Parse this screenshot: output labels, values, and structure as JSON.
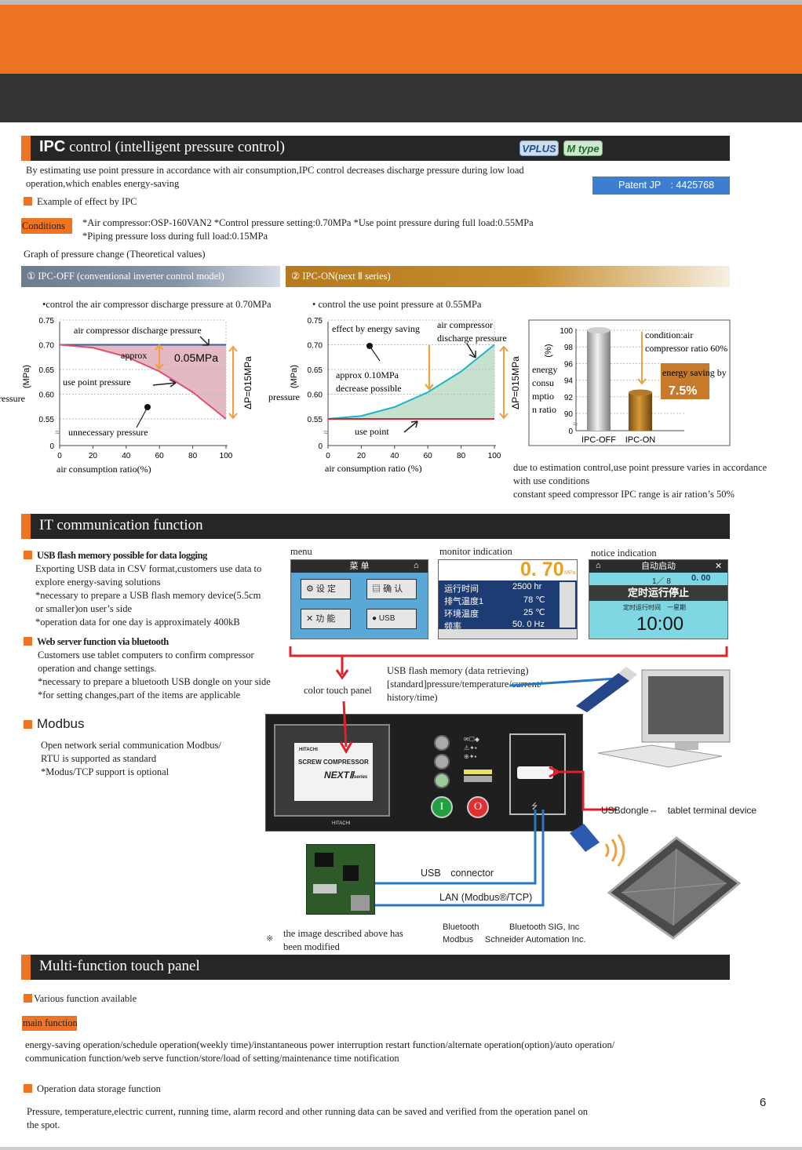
{
  "header": {
    "ipc_prefix": "IPC",
    "ipc_title": " control (intelligent pressure control)",
    "badge_vplus": "VPLUS",
    "badge_mtype": "M type"
  },
  "intro": {
    "description_1": "By estimating use point pressure in accordance with air consumption,IPC control decreases discharge pressure during low load",
    "description_2": "operation,which enables energy-saving",
    "patent": "Patent JP　: 4425768",
    "example_label": "Example of effect by IPC",
    "conditions_label": "Conditions",
    "conditions_1": "*Air compressor:OSP-160VAN2 *Control pressure setting:0.70MPa *Use point pressure during full load:0.55MPa",
    "conditions_2": "*Piping pressure loss during full load:0.15MPa",
    "graph_title": "Graph of pressure change (Theoretical values)",
    "tab_off": "① IPC-OFF (conventional inverter control model)",
    "tab_on": "② IPC-ON(next Ⅱ series)",
    "off_desc": "•control the air compressor discharge pressure at 0.70MPa",
    "on_desc": "• control the use point pressure at 0.55MPa"
  },
  "chart_data": [
    {
      "type": "line",
      "title": "",
      "xlabel": "air consumption ratio(%)",
      "ylabel": "pressure (MPa)",
      "x": [
        0,
        20,
        40,
        60,
        80,
        100
      ],
      "ylim": [
        0.5,
        0.75
      ],
      "xticks": [
        "0",
        "20",
        "40",
        "60",
        "80",
        "100"
      ],
      "yticks": [
        "0.75",
        "0.70",
        "0.65",
        "0.60",
        "0.55",
        "0"
      ],
      "series": [
        {
          "name": "air compressor discharge pressure",
          "values": [
            0.7,
            0.7,
            0.7,
            0.7,
            0.7,
            0.7
          ]
        },
        {
          "name": "use point pressure",
          "values": [
            0.7,
            0.694,
            0.676,
            0.646,
            0.604,
            0.55
          ]
        }
      ],
      "annotations": [
        "air compressor discharge pressure",
        "approx",
        "0.05MPa",
        "use point pressure",
        "unnecessary pressure",
        "ΔP=015MPa"
      ]
    },
    {
      "type": "line",
      "title": "",
      "xlabel": "air consumption ratio (%)",
      "ylabel": "pressure (MPa)",
      "x": [
        0,
        20,
        40,
        60,
        80,
        100
      ],
      "ylim": [
        0.5,
        0.75
      ],
      "xticks": [
        "0",
        "20",
        "40",
        "60",
        "80",
        "100"
      ],
      "yticks": [
        "0.75",
        "0.70",
        "0.65",
        "0.60",
        "0.55",
        "0"
      ],
      "series": [
        {
          "name": "air compressor discharge pressure",
          "values": [
            0.55,
            0.556,
            0.574,
            0.604,
            0.646,
            0.7
          ]
        },
        {
          "name": "use point",
          "values": [
            0.55,
            0.55,
            0.55,
            0.55,
            0.55,
            0.55
          ]
        }
      ],
      "annotations": [
        "effect by energy saving",
        "air compressor discharge pressure",
        "approx 0.10MPa",
        "decrease possible",
        "use point",
        "ΔP=015MPa"
      ]
    },
    {
      "type": "bar",
      "title": "",
      "ylabel": "energy consumption ratio (%)",
      "categories": [
        "IPC-OFF",
        "IPC-ON"
      ],
      "values": [
        100,
        92.5
      ],
      "ylim": [
        88,
        100
      ],
      "yticks": [
        "100",
        "98",
        "96",
        "94",
        "92",
        "90",
        "0"
      ],
      "annotations": [
        "condition:air compressor ratio 60%",
        "energy saving by",
        "7.5%"
      ]
    }
  ],
  "chart_text": {
    "c1_discharge": "air compressor discharge pressure",
    "c1_approx": "approx",
    "c1_005": "0.05MPa",
    "c1_usepoint": "use point pressure",
    "c1_unnec": "unnecessary pressure",
    "c1_xlabel": "air consumption ratio(%)",
    "c2_effect": "effect by energy saving",
    "c2_discharge1": "air compressor",
    "c2_discharge2": "discharge pressure",
    "c2_approx1": "approx 0.10MPa",
    "c2_approx2": "decrease possible",
    "c2_usepoint": "use point",
    "c2_xlabel": "air consumption ratio (%)",
    "pressure": "pressure",
    "pressure_cut": "ressure",
    "mpa": "(MPa)",
    "dp": "ΔP=015MPa",
    "pct": "(%)",
    "energy_1": "energy",
    "energy_2": "consu",
    "energy_3": "mptio",
    "energy_4": "n ratio",
    "cond_1": "condition:air",
    "cond_2": "compressor ratio 60%",
    "saving_1": "energy saving by",
    "saving_2": "7.5%",
    "note_1": "due to estimation control,use point pressure varies in accordance",
    "note_2": "with use conditions",
    "note_3": "constant speed  compressor IPC range is air ration’s 50%"
  },
  "it_section": {
    "title": "IT communication function",
    "usb_heading": "USB flash memory possible for data logging",
    "usb_1": "Exporting USB data in CSV format,customers use data to",
    "usb_2": "explore energy-saving solutions",
    "usb_3": "*necessary to prepare a USB flash memory device(5.5cm",
    "usb_4": "or smaller)on user’s side",
    "usb_5": "*operation data for one day is approximately 400kB",
    "web_heading": "Web server function via bluetooth",
    "web_1": "Customers use tablet computers to confirm compressor",
    "web_2": "operation and change settings.",
    "web_3": "*necessary to prepare a bluetooth USB dongle on your side",
    "web_4": "*for setting changes,part of the items are applicable",
    "modbus_heading": "Modbus",
    "modbus_1": "Open network serial communication Modbus/",
    "modbus_2": "RTU is supported as standard",
    "modbus_3": "*Modus/TCP support is optional",
    "menu_label": "menu",
    "monitor_label": "monitor indication",
    "notice_label": "notice indication",
    "menu_title": "菜 单",
    "menu_btn_1": "设 定",
    "menu_btn_2": "确 认",
    "menu_btn_3": "功 能",
    "menu_btn_4": "USB",
    "mon_pressure": "0. 70",
    "mon_unit": "MPa",
    "mon_row1_label": "运行时间",
    "mon_row1_val": "2500 hr",
    "mon_row2_label": "排气温度1",
    "mon_row2_val": "78 ℃",
    "mon_row3_label": "环境温度",
    "mon_row3_val": "25 ℃",
    "mon_row4_label": "频率",
    "mon_row4_val": "50. 0 Hz",
    "notice_title": "自动启动",
    "notice_count": "1／ 8",
    "notice_val": "0. 00",
    "notice_msg": "定时运行停止",
    "notice_sub": "定时运行时间　一星期",
    "notice_time": "10:00",
    "color_touch": "color touch panel",
    "usb_retrieve_1": "USB flash memory (data retrieving)",
    "usb_retrieve_2": "[standard]pressure/temperature/current/",
    "usb_retrieve_3": "history/time)",
    "usb_dongle": "USBdongle⇔　tablet terminal device",
    "usb_connector": "USB　connector",
    "lan": "LAN (Modbus®/TCP)",
    "hitachi": "HITACHI",
    "screw": "SCREW COMPRESSOR",
    "next": "NEXTⅡ",
    "series": "series",
    "panel_brand": "HITACHI",
    "note_mark": "※",
    "note_1": "the image described above has",
    "note_2": "been modified",
    "bt_1": "Bluetooth",
    "bt_2": "Bluetooth SIG, Inc",
    "mb_1": "Modbus",
    "mb_2": "Schneider Automation Inc."
  },
  "mf_section": {
    "title": "Multi-function touch panel",
    "various": "Various function available",
    "main_label": "main function",
    "main_1": "energy-saving operation/schedule operation(weekly time)/instantaneous power interruption restart function/alternate operation(option)/auto operation/",
    "main_2": "communication function/web serve function/store/load of setting/maintenance time notification",
    "storage_heading": "Operation data storage function",
    "storage_1": "Pressure, temperature,electric  current, running time, alarm  record and other running data can be saved and verified from the operation panel on",
    "storage_2": "the spot."
  },
  "page_number": "6",
  "colors": {
    "orange": "#ee7322",
    "dark": "#262626",
    "blue": "#2a78c2",
    "red": "#e0202a",
    "teal": "#1fb4c8"
  }
}
